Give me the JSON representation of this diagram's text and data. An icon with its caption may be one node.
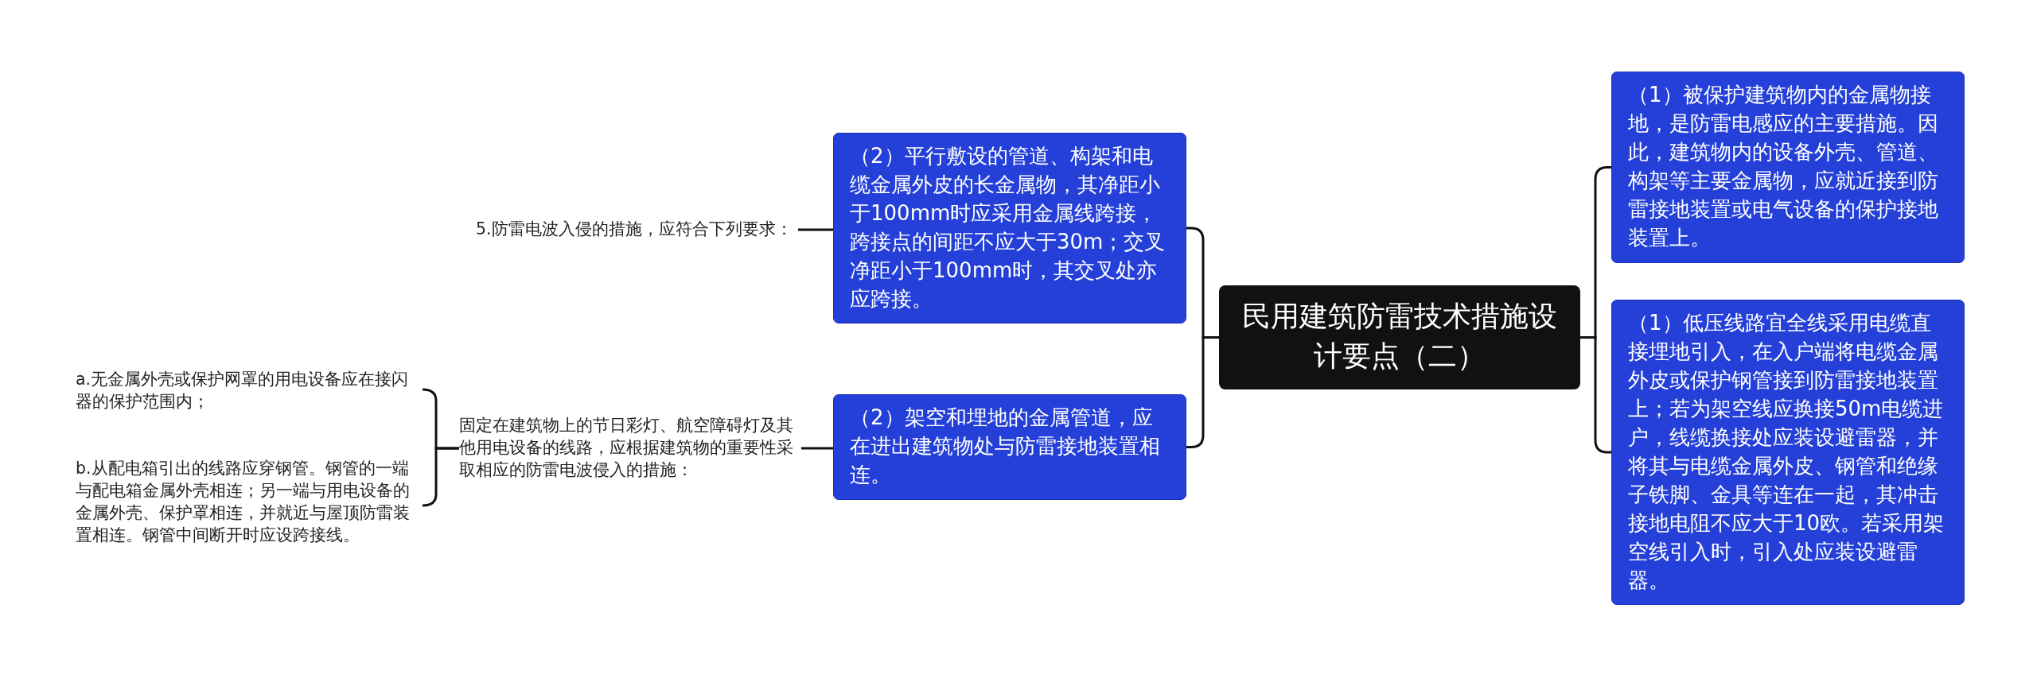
{
  "diagram": {
    "nodes": [
      {
        "text": [
          "民用建筑防雷技术措施设计要点（二）"
        ]
      },
      {
        "text": [
          "（1）被保护建筑物内的金属物接地，是防雷电感应的主要措施。因此，建筑物内的设备外壳、管道、构架等主要金属物，应就近接到防雷接地装置或电气设备的保护接地装置上。"
        ]
      },
      {
        "text": [
          "（1）低压线路宜全线采用电缆直接埋地引入，在入户端将电缆金属外皮或保护钢管接到防雷接地装置上；若为架空线应换接50m电缆进户，线缆换接处应装设避雷器，并将其与电缆金属外皮、钢管和绝缘子铁脚、金具等连在一起，其冲击接地电阻不应大于10欧。若采用架空线引入时，引入处应装设避雷器。"
        ]
      },
      {
        "text": [
          "（2）平行敷设的管道、构架和电缆金属外皮的长金属物，其净距小于100mm时应采用金属线跨接，跨接点的间距不应大于30m；交叉净距小于100mm时，其交叉处亦应跨接。"
        ]
      },
      {
        "text": [
          "（2）架空和埋地的金属管道，应在进出建筑物处与防雷接地装置相连。"
        ]
      },
      {
        "text": [
          "5.防雷电波入侵的措施，应符合下列要求："
        ]
      },
      {
        "text": [
          "固定在建筑物上的节日彩灯、航空障碍灯及其他用电设备的线路，应根据建筑物的重要性采取相应的防雷电波侵入的措施："
        ]
      },
      {
        "text": [
          "a.无金属外壳或保护网罩的用电设备应在接闪器的保护范围内；"
        ]
      },
      {
        "text": [
          "b.从配电箱引出的线路应穿钢管。钢管的一端与配电箱金属外壳相连；另一端与用电设备的金属外壳、保护罩相连，并就近与屋顶防雷装置相连。钢管中间断开时应设跨接线。"
        ]
      }
    ],
    "edges": [
      {
        "from": 0,
        "to": 1,
        "arrow": "none"
      },
      {
        "from": 0,
        "to": 2,
        "arrow": "none"
      },
      {
        "from": 0,
        "to": 3,
        "arrow": "none"
      },
      {
        "from": 0,
        "to": 4,
        "arrow": "none"
      },
      {
        "from": 3,
        "to": 5,
        "arrow": "none"
      },
      {
        "from": 4,
        "to": 6,
        "arrow": "none"
      },
      {
        "from": 6,
        "to": 7,
        "arrow": "none"
      },
      {
        "from": 6,
        "to": 8,
        "arrow": "none"
      }
    ]
  }
}
